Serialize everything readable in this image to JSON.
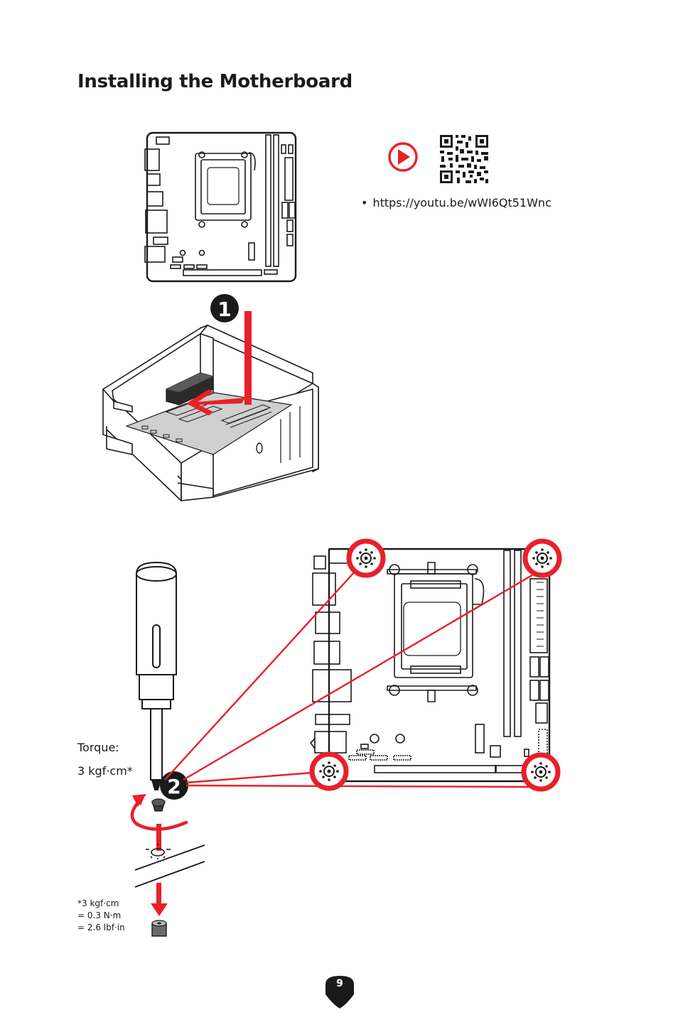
{
  "page": {
    "title": "Installing the Motherboard",
    "page_number": "9"
  },
  "video": {
    "url": "https://youtu.be/wWI6Qt51Wnc",
    "icons": [
      "play-icon",
      "qr-code"
    ],
    "accent_color": "#e8202a"
  },
  "steps": [
    {
      "number": "1"
    },
    {
      "number": "2"
    }
  ],
  "torque": {
    "label": "Torque:",
    "value": "3 kgf·cm*",
    "conversion": [
      "*3 kgf·cm",
      "= 0.3 N·m",
      "= 2.6 lbf·in"
    ]
  }
}
